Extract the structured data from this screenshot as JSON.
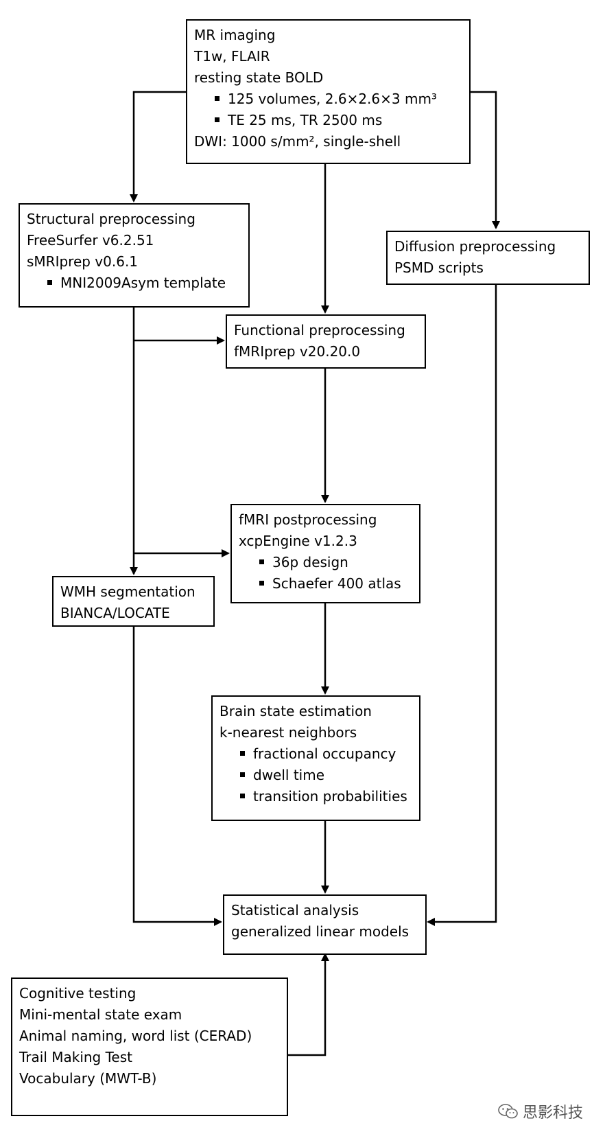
{
  "mr_imaging": {
    "title": "MR imaging",
    "lines": [
      "T1w, FLAIR",
      "resting state BOLD"
    ],
    "bullets": [
      "125 volumes, 2.6×2.6×3 mm³",
      "TE 25 ms, TR 2500 ms"
    ],
    "last": "DWI: 1000 s/mm², single-shell"
  },
  "structural": {
    "title": "Structural preprocessing",
    "lines": [
      "FreeSurfer v6.2.51",
      "sMRIprep v0.6.1"
    ],
    "bullets": [
      "MNI2009Asym template"
    ]
  },
  "diffusion": {
    "title": "Diffusion preprocessing",
    "lines": [
      "PSMD scripts"
    ]
  },
  "functional": {
    "title": "Functional preprocessing",
    "lines": [
      "fMRIprep v20.20.0"
    ]
  },
  "fmri_post": {
    "title": "fMRI postprocessing",
    "lines": [
      "xcpEngine v1.2.3"
    ],
    "bullets": [
      "36p design",
      "Schaefer 400 atlas"
    ]
  },
  "wmh": {
    "title": "WMH segmentation",
    "lines": [
      "BIANCA/LOCATE"
    ]
  },
  "brain_state": {
    "title": "Brain state estimation",
    "lines": [
      "k-nearest neighbors"
    ],
    "bullets": [
      "fractional occupancy",
      "dwell time",
      "transition probabilities"
    ]
  },
  "statistical": {
    "title": "Statistical analysis",
    "lines": [
      "generalized linear models"
    ]
  },
  "cognitive": {
    "title": "Cognitive testing",
    "lines": [
      "Mini-mental state exam",
      "Animal naming, word list (CERAD)",
      "Trail Making Test",
      "Vocabulary (MWT-B)"
    ]
  },
  "watermark": {
    "text": "思影科技",
    "icon": "wechat-icon"
  }
}
